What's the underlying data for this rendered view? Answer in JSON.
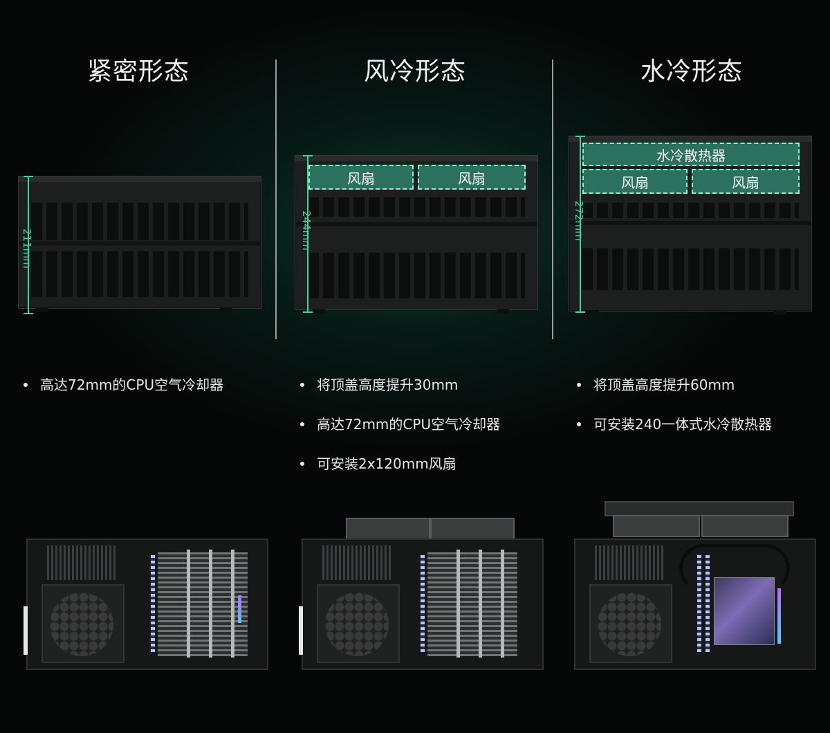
{
  "layouts": [
    {
      "title": "紧密形态",
      "height_label": "211mm",
      "features": [
        "高达72mm的CPU空气冷却器"
      ]
    },
    {
      "title": "风冷形态",
      "height_label": "244mm",
      "fan_labels": [
        "风扇",
        "风扇"
      ],
      "features": [
        "将顶盖高度提升30mm",
        "高达72mm的CPU空气冷却器",
        "可安装2x120mm风扇"
      ]
    },
    {
      "title": "水冷形态",
      "height_label": "272mm",
      "radiator_label": "水冷散热器",
      "fan_labels": [
        "风扇",
        "风扇"
      ],
      "features": [
        "将顶盖高度提升60mm",
        "可安装240一体式水冷散热器"
      ]
    }
  ],
  "colors": {
    "accent": "#39d7a4",
    "highlight_fill": "#39b496",
    "background": "#050807"
  }
}
